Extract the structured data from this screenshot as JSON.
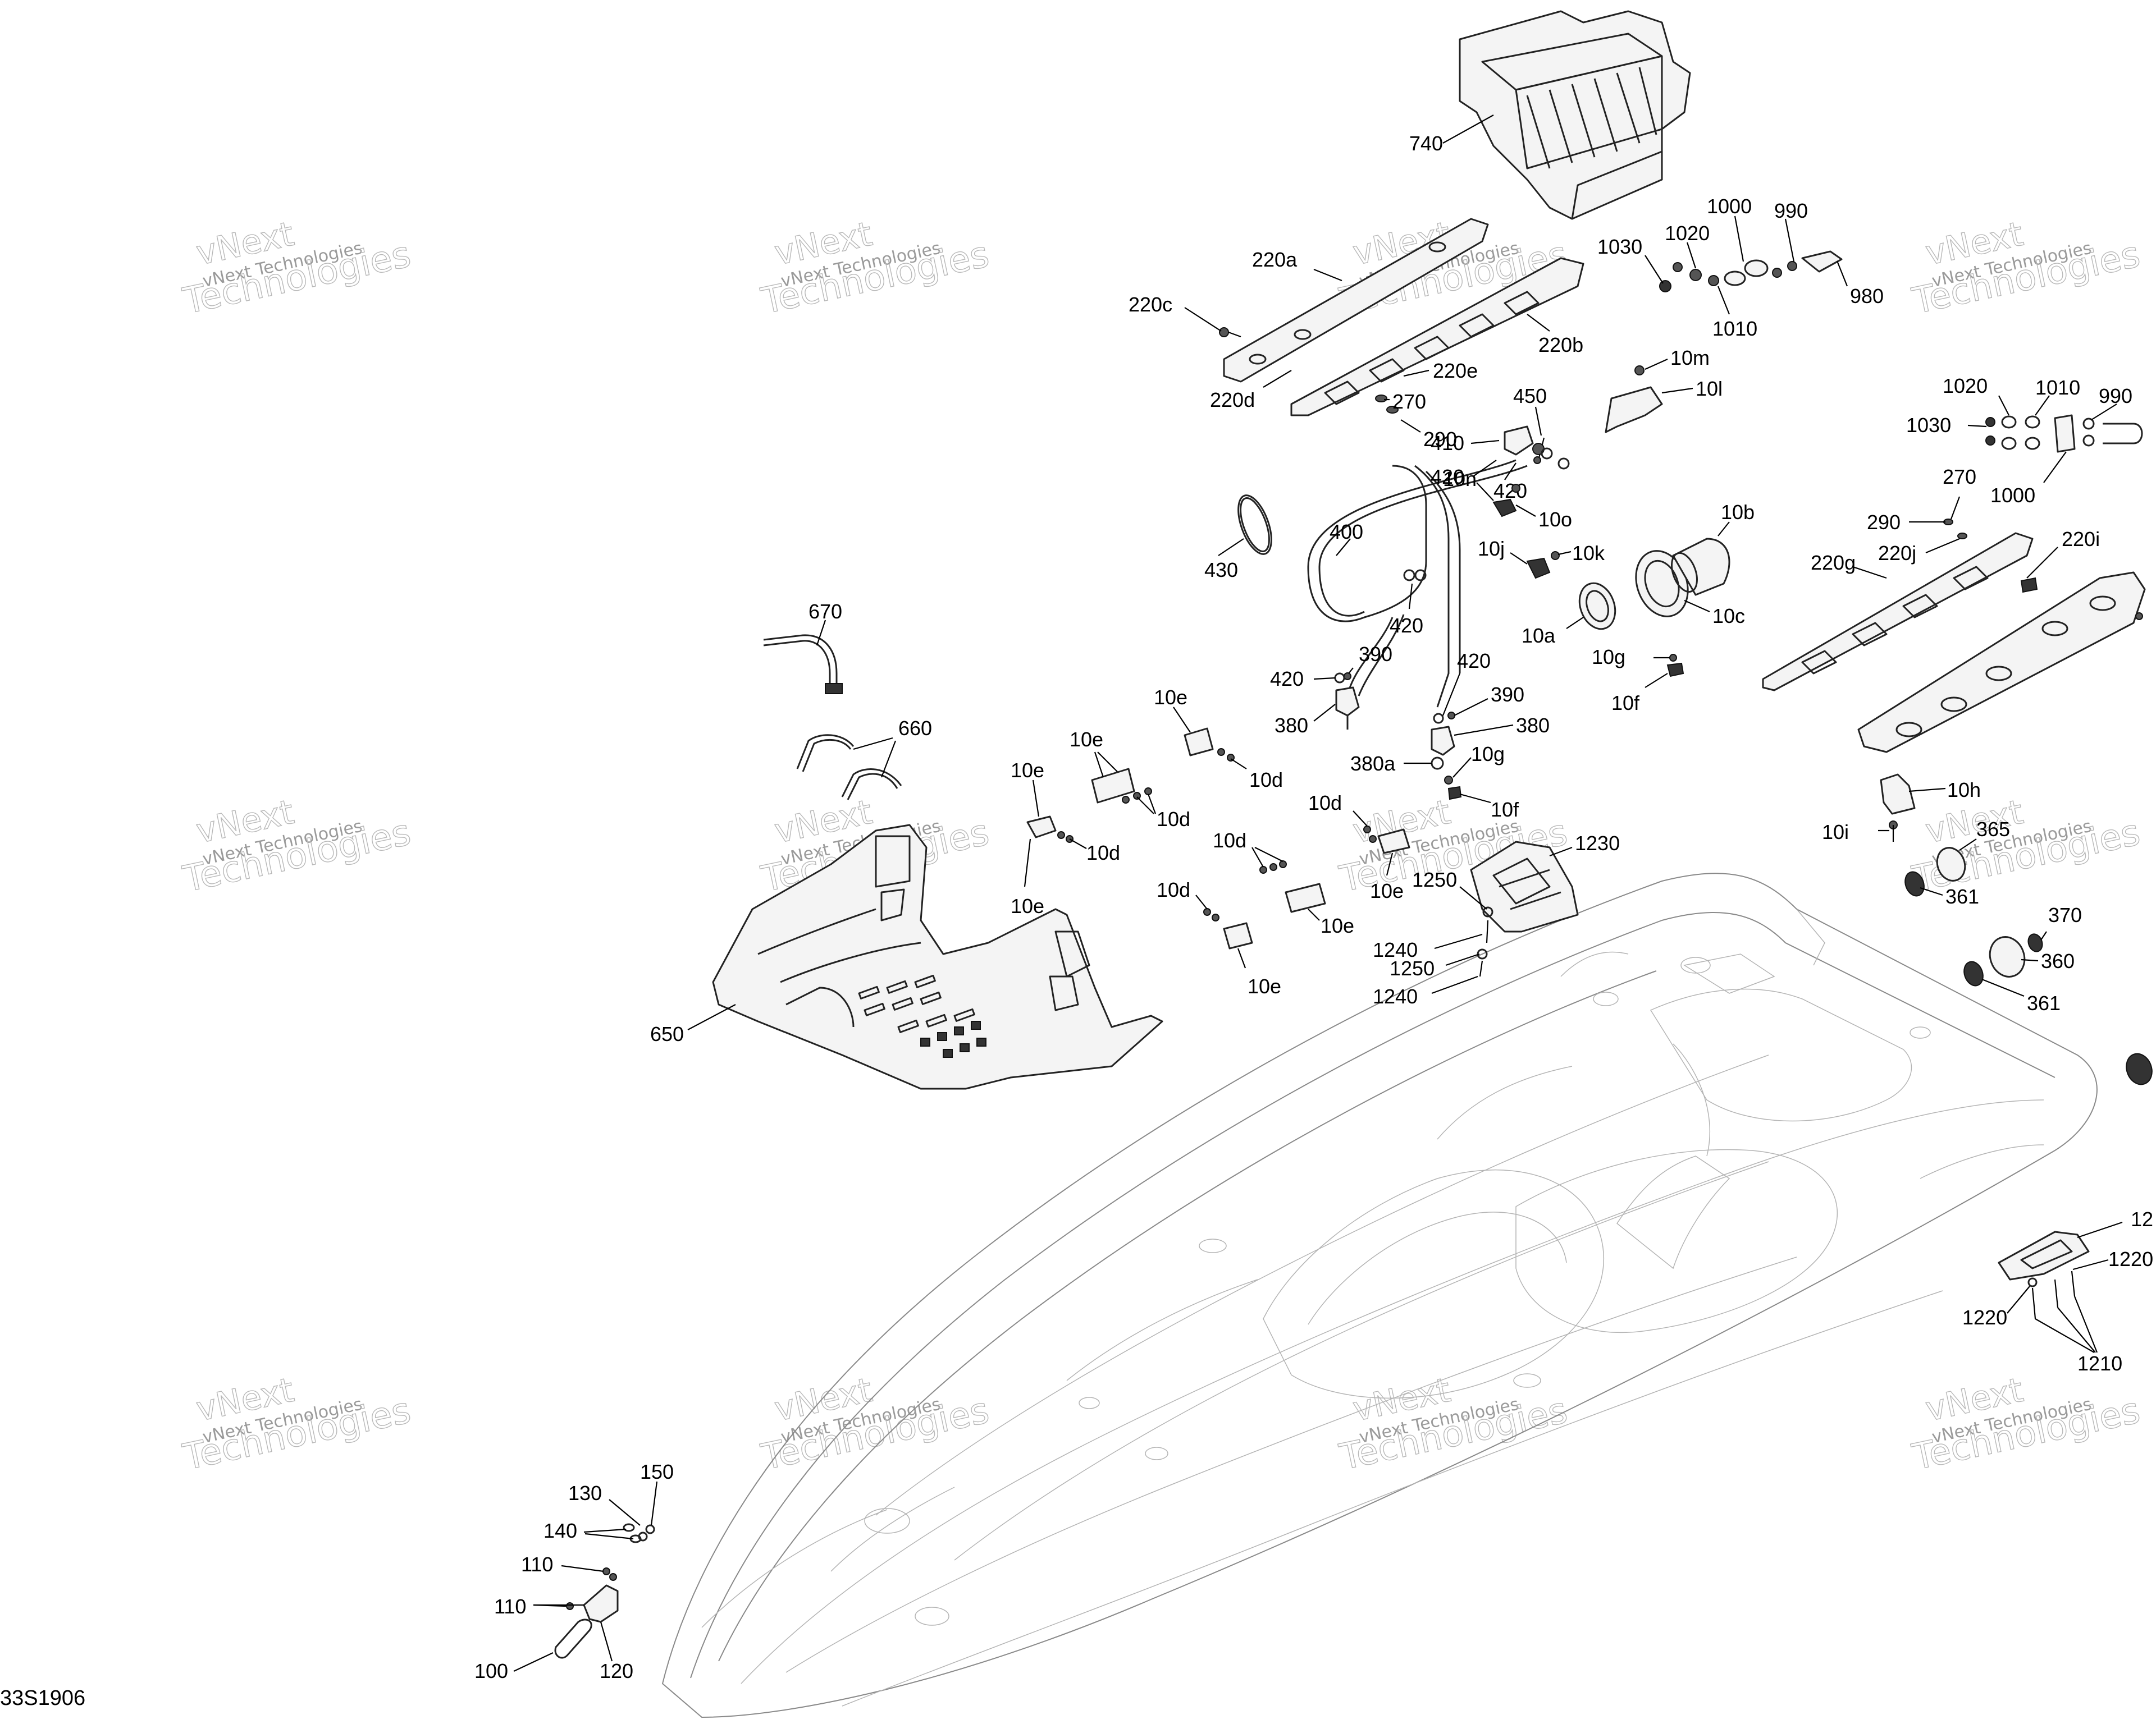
{
  "diagram_code": "33S1906",
  "watermark": {
    "line1": "vNext",
    "line2": "vNext Technologies",
    "line3": "Technologies"
  },
  "callouts": {
    "c740": "740",
    "c1030a": "1030",
    "c1020a": "1020",
    "c1000a": "1000",
    "c990a": "990",
    "c980": "980",
    "c1010a": "1010",
    "c220a": "220a",
    "c220c": "220c",
    "c220b": "220b",
    "c220d": "220d",
    "c220e": "220e",
    "c270a": "270",
    "c290a": "290",
    "c10m": "10m",
    "c10l": "10l",
    "c450": "450",
    "c410": "410",
    "c420a": "420",
    "c420b": "420",
    "c10n": "10n",
    "c10o": "10o",
    "c430": "430",
    "c400": "400",
    "c10j": "10j",
    "c10k": "10k",
    "c10b": "10b",
    "c10c": "10c",
    "c10a": "10a",
    "c420c": "420",
    "c420d": "420",
    "c390a": "390",
    "c420e": "420",
    "c380a": "380",
    "c390b": "390",
    "c380b": "380",
    "c380a2": "380a",
    "c10g1": "10g",
    "c10f1": "10f",
    "c10g2": "10g",
    "c10f2": "10f",
    "c1020b": "1020",
    "c1010b": "1010",
    "c990b": "990",
    "c1030b": "1030",
    "c1000b": "1000",
    "c270b": "270",
    "c290b": "290",
    "c220j": "220j",
    "c220g": "220g",
    "c220i": "220i",
    "c10h": "10h",
    "c10i": "10i",
    "c365": "365",
    "c361a": "361",
    "c370": "370",
    "c360": "360",
    "c361b": "361",
    "c670": "670",
    "c660": "660",
    "c650": "650",
    "c10e1": "10e",
    "c10e2": "10e",
    "c10e3": "10e",
    "c10d1": "10d",
    "c10d2": "10d",
    "c10d3": "10d",
    "c10d4": "10d",
    "c10d5": "10d",
    "c10e4": "10e",
    "c10d6": "10d",
    "c10e5": "10e",
    "c10e6": "10e",
    "c10e7": "10e",
    "c1230": "1230",
    "c1250a": "1250",
    "c1240a": "1240",
    "c1250b": "1250",
    "c1240b": "1240",
    "c1220a": "1220",
    "c1220b": "1220",
    "c1210": "1210",
    "c12x": "12",
    "c150": "150",
    "c130": "130",
    "c140": "140",
    "c110a": "110",
    "c110b": "110",
    "c100": "100",
    "c120": "120"
  }
}
